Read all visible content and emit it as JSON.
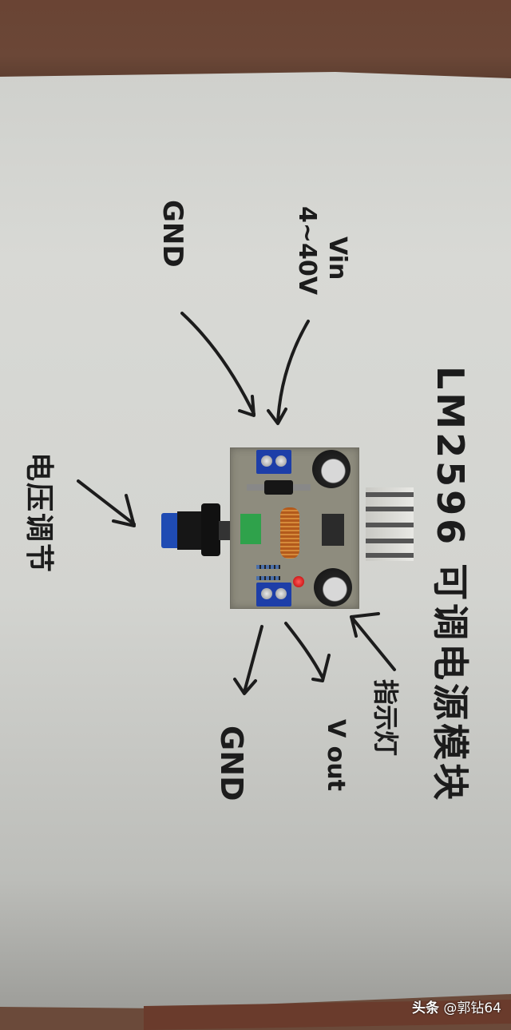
{
  "photo": {
    "subject": "LM2596 adjustable power supply module on annotated paper",
    "colors": {
      "table": "#6b4737",
      "paper": "#d4d5d1",
      "ink": "#1c1c1c",
      "terminal_blue": "#1d3ea8",
      "knob_blue": "#1f4bb3"
    }
  },
  "annotations": {
    "title": "LM2596 可调电源模块",
    "vin": "Vin",
    "vin_range": "4~40V",
    "gnd_in": "GND",
    "voltage_adjust": "电压调节",
    "indicator_light": "指示灯",
    "vout": "V out",
    "gnd_out": "GND"
  },
  "watermark": {
    "platform": "头条",
    "handle": "@郭钻64"
  }
}
